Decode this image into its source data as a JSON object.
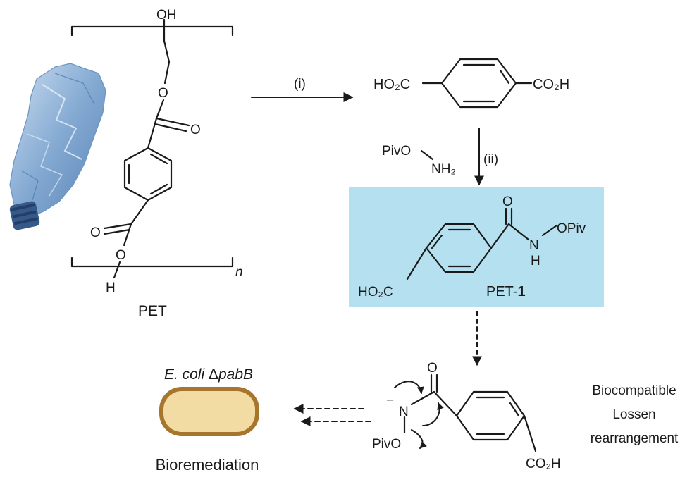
{
  "pet": {
    "oh_label": "OH",
    "ester_o_top": "O",
    "carbonyl_o_top": "O",
    "carbonyl_o_bottom": "O",
    "ester_o_bottom": "O",
    "h_label": "H",
    "n_label": "n",
    "name": "PET"
  },
  "step_i": {
    "label": "(i)"
  },
  "terephthalic": {
    "left_label": "HO₂C",
    "right_label": "CO₂H"
  },
  "step_ii": {
    "reagent_a": "PivO",
    "reagent_b": "NH₂",
    "label": "(ii)"
  },
  "pet1": {
    "carbonyl_o": "O",
    "n_label": "N",
    "h_label": "H",
    "opiv_label": "OPiv",
    "acid_label": "HO₂C",
    "name_prefix": "PET-",
    "name_number": "1",
    "box_color": "#b5e0f0"
  },
  "lossen": {
    "carbonyl_o": "O",
    "minus": "−",
    "n_label": "N",
    "pivo_label": "PivO",
    "acid_label": "CO₂H",
    "caption_line1": "Biocompatible",
    "caption_line2": "Lossen",
    "caption_line3": "rearrangement"
  },
  "bacteria": {
    "strain_prefix": "E. coli ",
    "strain_delta": "Δ",
    "strain_gene": "pabB",
    "caption": "Bioremediation",
    "fill_color": "#f3dca4",
    "border_color": "#a7752c"
  },
  "bottle": {
    "icon": "plastic-bottle-icon",
    "color": "#7aa3cf"
  }
}
